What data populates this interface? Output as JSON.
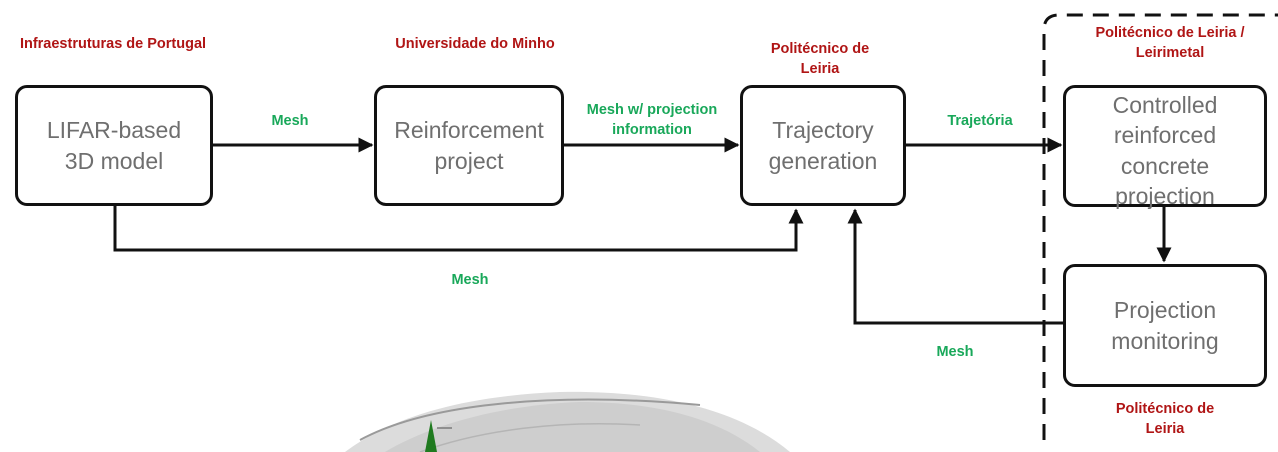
{
  "boxes": {
    "lifar": "LIFAR-based 3D model",
    "reinforcement": "Reinforcement project",
    "trajectory": "Trajectory generation",
    "controlled": "Controlled reinforced concrete projection",
    "monitoring": "Projection monitoring"
  },
  "institutions": {
    "infraestruturas": "Infraestruturas de Portugal",
    "minho": "Universidade do Minho",
    "leiria_top": "Politécnico de Leiria",
    "leiria_leirimetal": "Politécnico de Leiria / Leirimetal",
    "leiria_bottom": "Politécnico de Leiria"
  },
  "edge_labels": {
    "lifar_to_reinforcement": "Mesh",
    "reinforcement_to_trajectory": "Mesh w/ projection information",
    "trajectory_to_controlled": "Trajetória",
    "lifar_to_trajectory": "Mesh",
    "monitoring_to_trajectory": "Mesh"
  },
  "colors": {
    "institution": "#b01515",
    "edge_label": "#19a85a",
    "box_text": "#6f6f6f",
    "line": "#111111"
  }
}
